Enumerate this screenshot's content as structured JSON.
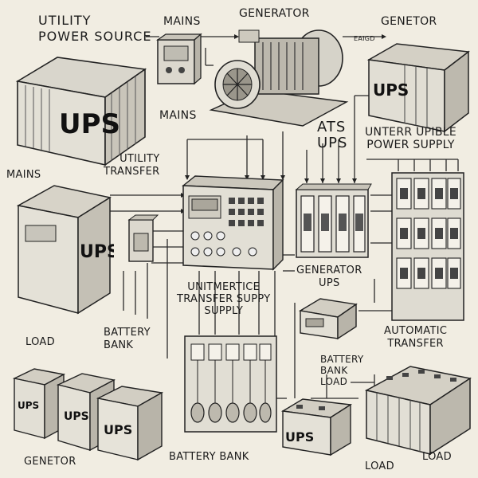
{
  "labels": {
    "utility_power_source": "UTILITY\nPOWER SOURCE",
    "mains_top": "MAINS",
    "generator_top": "GENERATOR",
    "genetor_top_right": "GENETOR",
    "small_tag": "EAIGD",
    "mains_mid": "MAINS",
    "ats_ups": "ATS\nUPS",
    "uninterruptible_power_supply": "UNTERR UPIBLE\nPOWER SUPPLY",
    "mains_left": "MAINS",
    "utility_transfer": "UTILITY\nTRANSFER",
    "generator_ups": "GENERATOR\nUPS",
    "unitmertice_supply": "UNITMERTICE\nTRANSFER SUPPY\nSUPPLY",
    "load_left": "LOAD",
    "battery_bank_left": "BATTERY\nBANK",
    "automatic_transfer": "AUTOMATIC\nTRANSFER",
    "battery_bank_load": "BATTERY\nBANK\nLOAD",
    "genetor_bottom": "GENETOR",
    "battery_bank_bottom": "BATTERY BANK",
    "load_bottom_a": "LOAD",
    "load_bottom_b": "LOAD"
  },
  "units": {
    "ups_text": "UPS"
  }
}
